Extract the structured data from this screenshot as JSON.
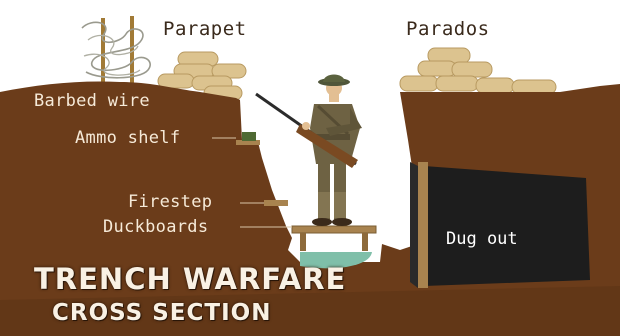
{
  "labels": {
    "parapet": "Parapet",
    "parados": "Parados",
    "barbed_wire": "Barbed wire",
    "ammo_shelf": "Ammo shelf",
    "firestep": "Firestep",
    "duckboards": "Duckboards",
    "dug_out": "Dug out"
  },
  "title": {
    "line1": "TRENCH WARFARE",
    "line2": "CROSS SECTION"
  },
  "colors": {
    "earth": "#6b3c1a",
    "earth_shadow": "#4f2a10",
    "sandbag": "#dcc38f",
    "dugout": "#1d1d1d",
    "water": "#7fbfa9",
    "uniform": "#6e6243",
    "helmet": "#50563a",
    "wood": "#a8834f"
  }
}
